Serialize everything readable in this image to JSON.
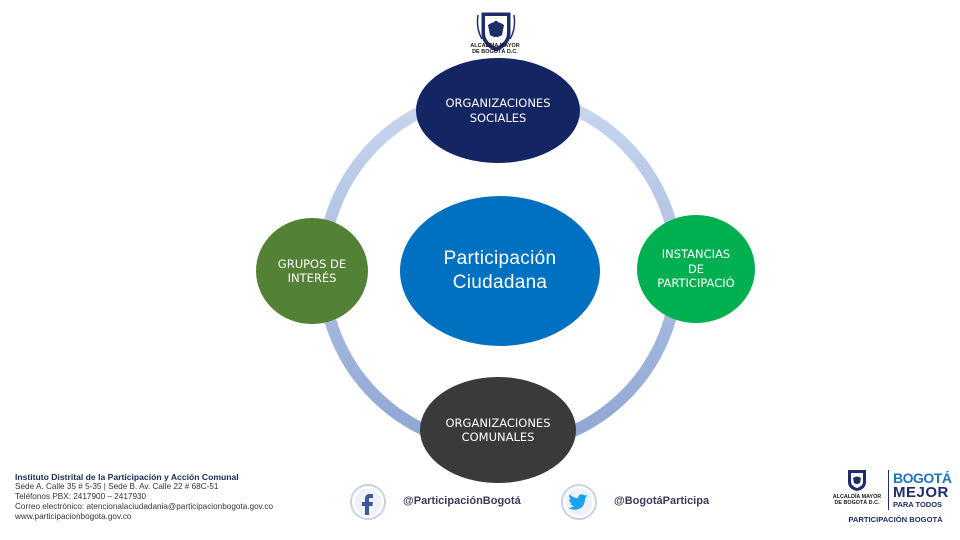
{
  "header": {
    "seal_caption_line1": "ALCALDÍA MAYOR",
    "seal_caption_line2": "DE BOGOTÁ D.C."
  },
  "diagram": {
    "center": {
      "label": "Participación Ciudadana",
      "color": "#0070c0"
    },
    "nodes": {
      "top": {
        "label": "ORGANIZACIONES\nSOCIALES",
        "color": "#142563"
      },
      "left": {
        "label": "GRUPOS DE\nINTERÉS",
        "color": "#538135"
      },
      "right": {
        "label": "INSTANCIAS\nDE\nPARTICIPACIÓ",
        "color": "#00b050"
      },
      "bottom": {
        "label": "ORGANIZACIONES\nCOMUNALES",
        "color": "#3a3a3a"
      }
    },
    "ring_color": "#b4c7e7"
  },
  "footer": {
    "institute": "Instituto Distrital de la Participación y Acción Comunal",
    "address": "Sede A. Calle 35 # 5-35 | Sede B. Av. Calle 22 # 68C-51",
    "phones": "Teléfonos PBX: 2417900 – 2417930",
    "email": "Correo electrónico: atencionalaciudadania@participacionbogota.gov.co",
    "website": "www.participacionbogota.gov.co",
    "facebook_handle": "@ParticipaciónBogotá",
    "twitter_handle": "@BogotáParticipa",
    "facebook_icon": "facebook-icon",
    "twitter_icon": "twitter-icon"
  },
  "brand": {
    "alcaldia_line1": "ALCALDÍA MAYOR",
    "alcaldia_line2": "DE BOGOTÁ D.C.",
    "bogota_small": "BOGOTÁ",
    "mejor": "MEJOR",
    "para_todos": "PARA TODOS",
    "participacion": "PARTICIPACIÓN BOGOTÁ"
  }
}
